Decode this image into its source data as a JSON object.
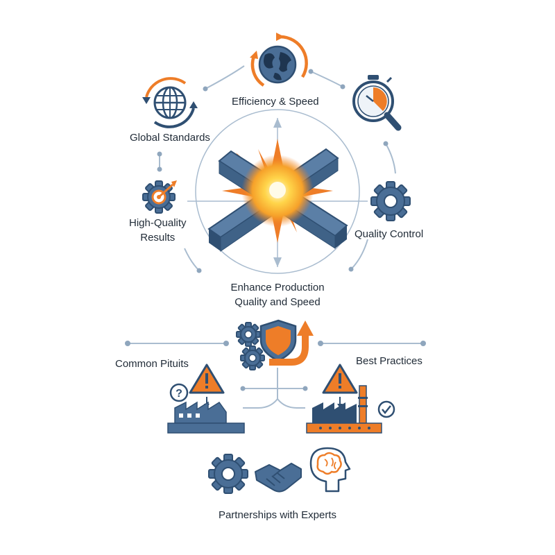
{
  "colors": {
    "navy": "#2f4f72",
    "steel": "#4a6e96",
    "orange": "#ee7d28",
    "light_line": "#a9bccf",
    "dot": "#8fa6bd"
  },
  "top_cycle": {
    "labels": {
      "efficiency": "Efficiency & Speed",
      "global": "Global Standards",
      "high_quality": "High-Quality\nResults",
      "quality_control": "Quality Control"
    },
    "center_title": "Enhance Production\nQuality and Speed",
    "icons": [
      "globe-cycle-icon",
      "world-globe-icon",
      "stopwatch-magnifier-icon",
      "gear-icon",
      "gear-target-icon",
      "crossed-beams-impact-icon"
    ]
  },
  "bottom": {
    "left_label": "Common Pituits",
    "right_label": "Best Practices",
    "partnerships_label": "Partnerships with Experts",
    "icons": [
      "gears-icon",
      "shield-icon",
      "up-arrow-icon",
      "warning-icon",
      "question-icon",
      "factory-icon",
      "check-icon",
      "handshake-icon",
      "brain-head-icon"
    ]
  }
}
